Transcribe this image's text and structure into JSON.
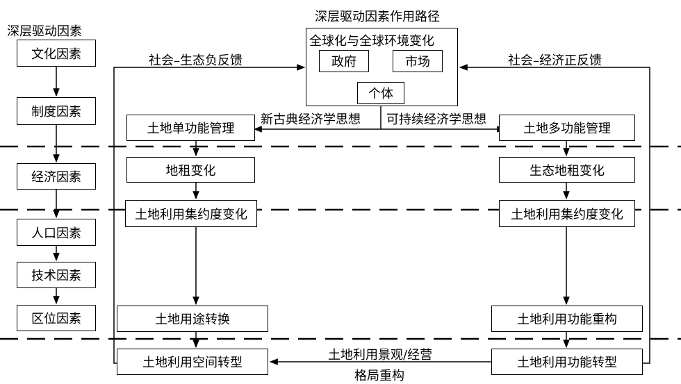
{
  "left_column": {
    "heading": "深层驱动因素",
    "factors": [
      "文化因素",
      "制度因素",
      "经济因素",
      "人口因素",
      "技术因素",
      "区位因素"
    ]
  },
  "top": {
    "title": "深层驱动因素作用路径",
    "global_label": "全球化与全球环境变化",
    "government": "政府",
    "market": "市场",
    "individual": "个体"
  },
  "feedback": {
    "left": "社会–生态负反馈",
    "right": "社会–经济正反馈"
  },
  "thought": {
    "left": "新古典经济学思想",
    "right": "可持续经济学思想"
  },
  "left_chain": [
    "土地单功能管理",
    "地租变化",
    "土地利用集约度变化",
    "土地用途转换",
    "土地利用空间转型"
  ],
  "right_chain": [
    "土地多功能管理",
    "生态地租变化",
    "土地利用集约度变化",
    "土地利用功能重构",
    "土地利用功能转型"
  ],
  "bottom_link": {
    "line1": "土地利用景观/经营",
    "line2": "格局重构"
  }
}
